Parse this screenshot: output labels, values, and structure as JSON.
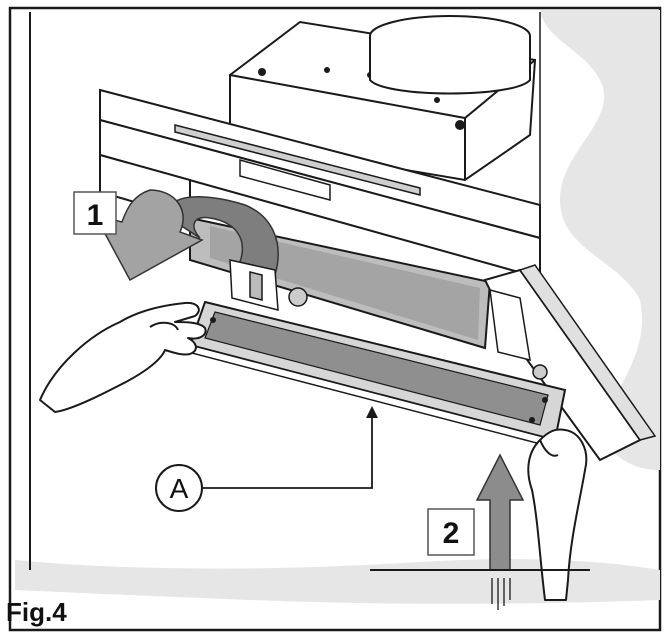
{
  "figure": {
    "caption": "Fig.4",
    "callouts": {
      "step1": "1",
      "step2": "2",
      "part_a": "A"
    },
    "colors": {
      "line": "#1a1a1a",
      "gray_fill": "#9a9a9a",
      "light_gray": "#d9d9d9",
      "arrow_fill": "#8c8c8c",
      "ground": "#e3e3e3"
    }
  }
}
